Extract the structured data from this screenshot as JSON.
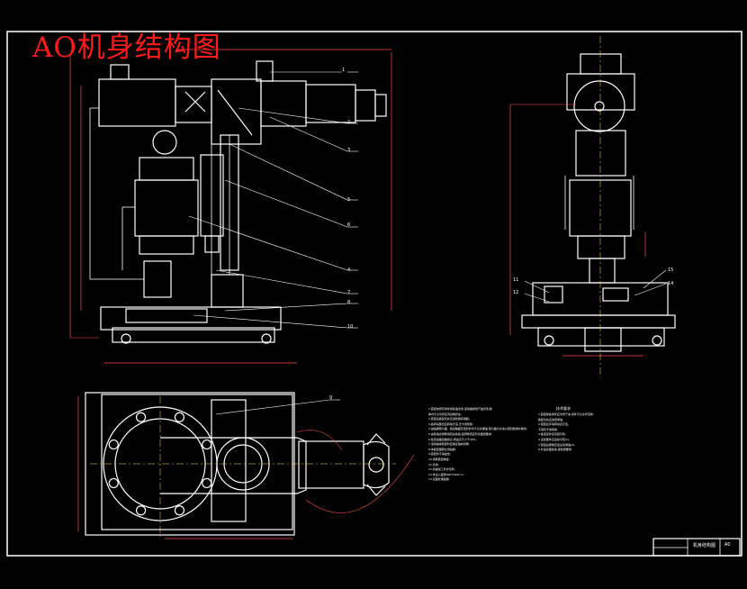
{
  "drawing": {
    "title": "AO机身结构图",
    "colors": {
      "background": "#000000",
      "linework": "#ffffff",
      "title": "#ff1a1a",
      "dimension": "#ff4d4d",
      "centerline": "#ffdd55"
    }
  },
  "callouts_front": [
    "1",
    "2",
    "3",
    "5",
    "6",
    "4",
    "7",
    "8",
    "10"
  ],
  "callouts_side": [
    "11",
    "12",
    "15",
    "14"
  ],
  "callouts_plan": [
    "9"
  ],
  "notes_left": [
    "1.装配前所有零件用煤油清洗,滚动轴承用汽油清洗,箱",
    "  体内不允许有任何杂物存在;",
    "2.装配后各配合处应涂防锈润滑脂;",
    "3.各转动部位应转动灵活,无卡滞现象;",
    "4.减速器剖分面、各接触面及密封处均不允许漏油,剖分面允许涂以密封胶或水玻璃;",
    "5.齿轮啮合侧隙用铅丝检验,其侧隙值应符合图纸要求;",
    "6.检查齿面接触斑点,按齿高不少于40%;",
    "7.滚动轴承装配时应保证轴向间隙;",
    "8.本装配图按比例绘制;",
    "9.装配时不得敲击;",
    "10.调整装配精度;",
    "11.清洗;",
    "12.机械加工件去毛刺;",
    "13.未注公差按GB/T1804-m;",
    "14.表面处理发黑;"
  ],
  "notes_right_title": "技术要求",
  "notes_right": [
    "1.装配前各零件应清洗干净,零件不允许有毛刺;",
    "  各配合处应涂润滑油;",
    "2.装配后手动转动应灵活,",
    "  不得有卡滞现象;",
    "3.各连接件应紧固可靠;",
    "4.运动部件应运动平稳(1);",
    "5.装配后按规定加注润滑油(2);",
    "6.外露表面涂漆,颜色按要求;"
  ],
  "title_block": {
    "name": "机身结构图",
    "code": "A0"
  }
}
